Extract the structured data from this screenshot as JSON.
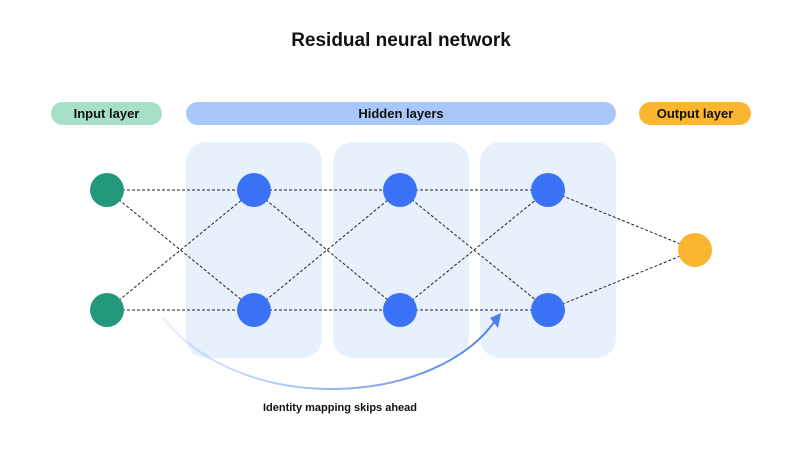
{
  "title": "Residual neural network",
  "labels": {
    "input": "Input layer",
    "hidden": "Hidden layers",
    "output": "Output layer"
  },
  "caption": "Identity mapping skips ahead",
  "colors": {
    "input_node": "#24987a",
    "input_pill": "#a8dfc8",
    "hidden_node": "#3a73f6",
    "hidden_pill": "#a8c8fa",
    "hidden_panel": "#e8f0fd",
    "output_node": "#fbb62f",
    "output_pill": "#fbb62f",
    "connection": "#222222",
    "skip_arrow": "#4c7fe8"
  }
}
